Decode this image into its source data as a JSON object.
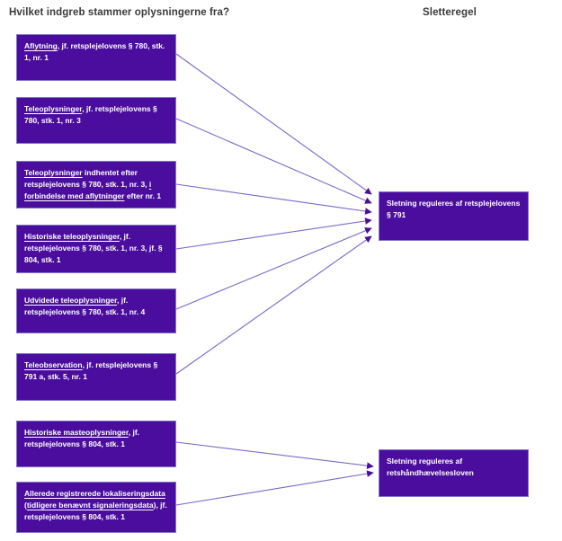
{
  "header": {
    "left_title": "Hvilket indgreb stammer oplysningerne fra?",
    "right_title": "Sletteregel"
  },
  "colors": {
    "box_fill": "#4a0d9e",
    "box_border": "#8273cb",
    "arrow_line": "#7b68c8",
    "arrow_head": "#4a0d9e",
    "title_text": "#3a3a3a",
    "box_text": "#ffffff"
  },
  "flowchart": {
    "sources": [
      {
        "id": "aflytning",
        "segments": [
          {
            "text": "Aflytning",
            "underline": true
          },
          {
            "text": ", jf. retsplejelovens § 780, stk. 1, nr. 1",
            "underline": false
          }
        ]
      },
      {
        "id": "teleoplysninger",
        "segments": [
          {
            "text": "Teleoplysninger",
            "underline": true
          },
          {
            "text": ", jf. retsplejelovens § 780, stk. 1, nr. 3",
            "underline": false
          }
        ]
      },
      {
        "id": "teleoplysninger-indhentet",
        "segments": [
          {
            "text": "Teleoplysninger",
            "underline": true
          },
          {
            "text": " indhentet efter retsplejelovens § 780, stk. 1, nr. 3, ",
            "underline": false
          },
          {
            "text": "i forbindelse med aflytninger",
            "underline": true
          },
          {
            "text": " efter nr. 1",
            "underline": false
          }
        ]
      },
      {
        "id": "historiske-teleoplysninger",
        "segments": [
          {
            "text": "Historiske teleoplysninger",
            "underline": true
          },
          {
            "text": ", jf. retsplejelovens § 780, stk. 1, nr. 3, jf. § 804, stk. 1",
            "underline": false
          }
        ]
      },
      {
        "id": "udvidede-teleoplysninger",
        "segments": [
          {
            "text": "Udvidede teleoplysninger",
            "underline": true
          },
          {
            "text": ", jf. retsplejelovens § 780, stk. 1, nr. 4",
            "underline": false
          }
        ]
      },
      {
        "id": "teleobservation",
        "segments": [
          {
            "text": "Teleobservation",
            "underline": true
          },
          {
            "text": ", jf. retsplejelovens § 791 a, stk. 5, nr. 1",
            "underline": false
          }
        ]
      },
      {
        "id": "historiske-masteoplysninger",
        "segments": [
          {
            "text": "Historiske masteoplysninger",
            "underline": true
          },
          {
            "text": ", jf. retsplejelovens § 804, stk. 1",
            "underline": false
          }
        ]
      },
      {
        "id": "lokaliseringsdata",
        "segments": [
          {
            "text": "Allerede registrerede lokaliseringsdata",
            "underline": true
          },
          {
            "text": " (",
            "underline": false
          },
          {
            "text": "tidligere benævnt signaleringsdata",
            "underline": true
          },
          {
            "text": "), jf. retsplejelovens § 804, stk. 1",
            "underline": false
          }
        ]
      }
    ],
    "rules": [
      {
        "id": "retsplejeloven-791",
        "lines": [
          "Sletning reguleres af retsplejelovens",
          "§ 791"
        ]
      },
      {
        "id": "retshaandhaevelsesloven",
        "lines": [
          "Sletning reguleres af",
          "retshåndhævelsesloven"
        ]
      }
    ],
    "connections": [
      {
        "from": "aflytning",
        "to": "retsplejeloven-791"
      },
      {
        "from": "teleoplysninger",
        "to": "retsplejeloven-791"
      },
      {
        "from": "teleoplysninger-indhentet",
        "to": "retsplejeloven-791"
      },
      {
        "from": "historiske-teleoplysninger",
        "to": "retsplejeloven-791"
      },
      {
        "from": "udvidede-teleoplysninger",
        "to": "retsplejeloven-791"
      },
      {
        "from": "teleobservation",
        "to": "retsplejeloven-791"
      },
      {
        "from": "historiske-masteoplysninger",
        "to": "retshaandhaevelsesloven"
      },
      {
        "from": "lokaliseringsdata",
        "to": "retshaandhaevelsesloven"
      }
    ]
  }
}
